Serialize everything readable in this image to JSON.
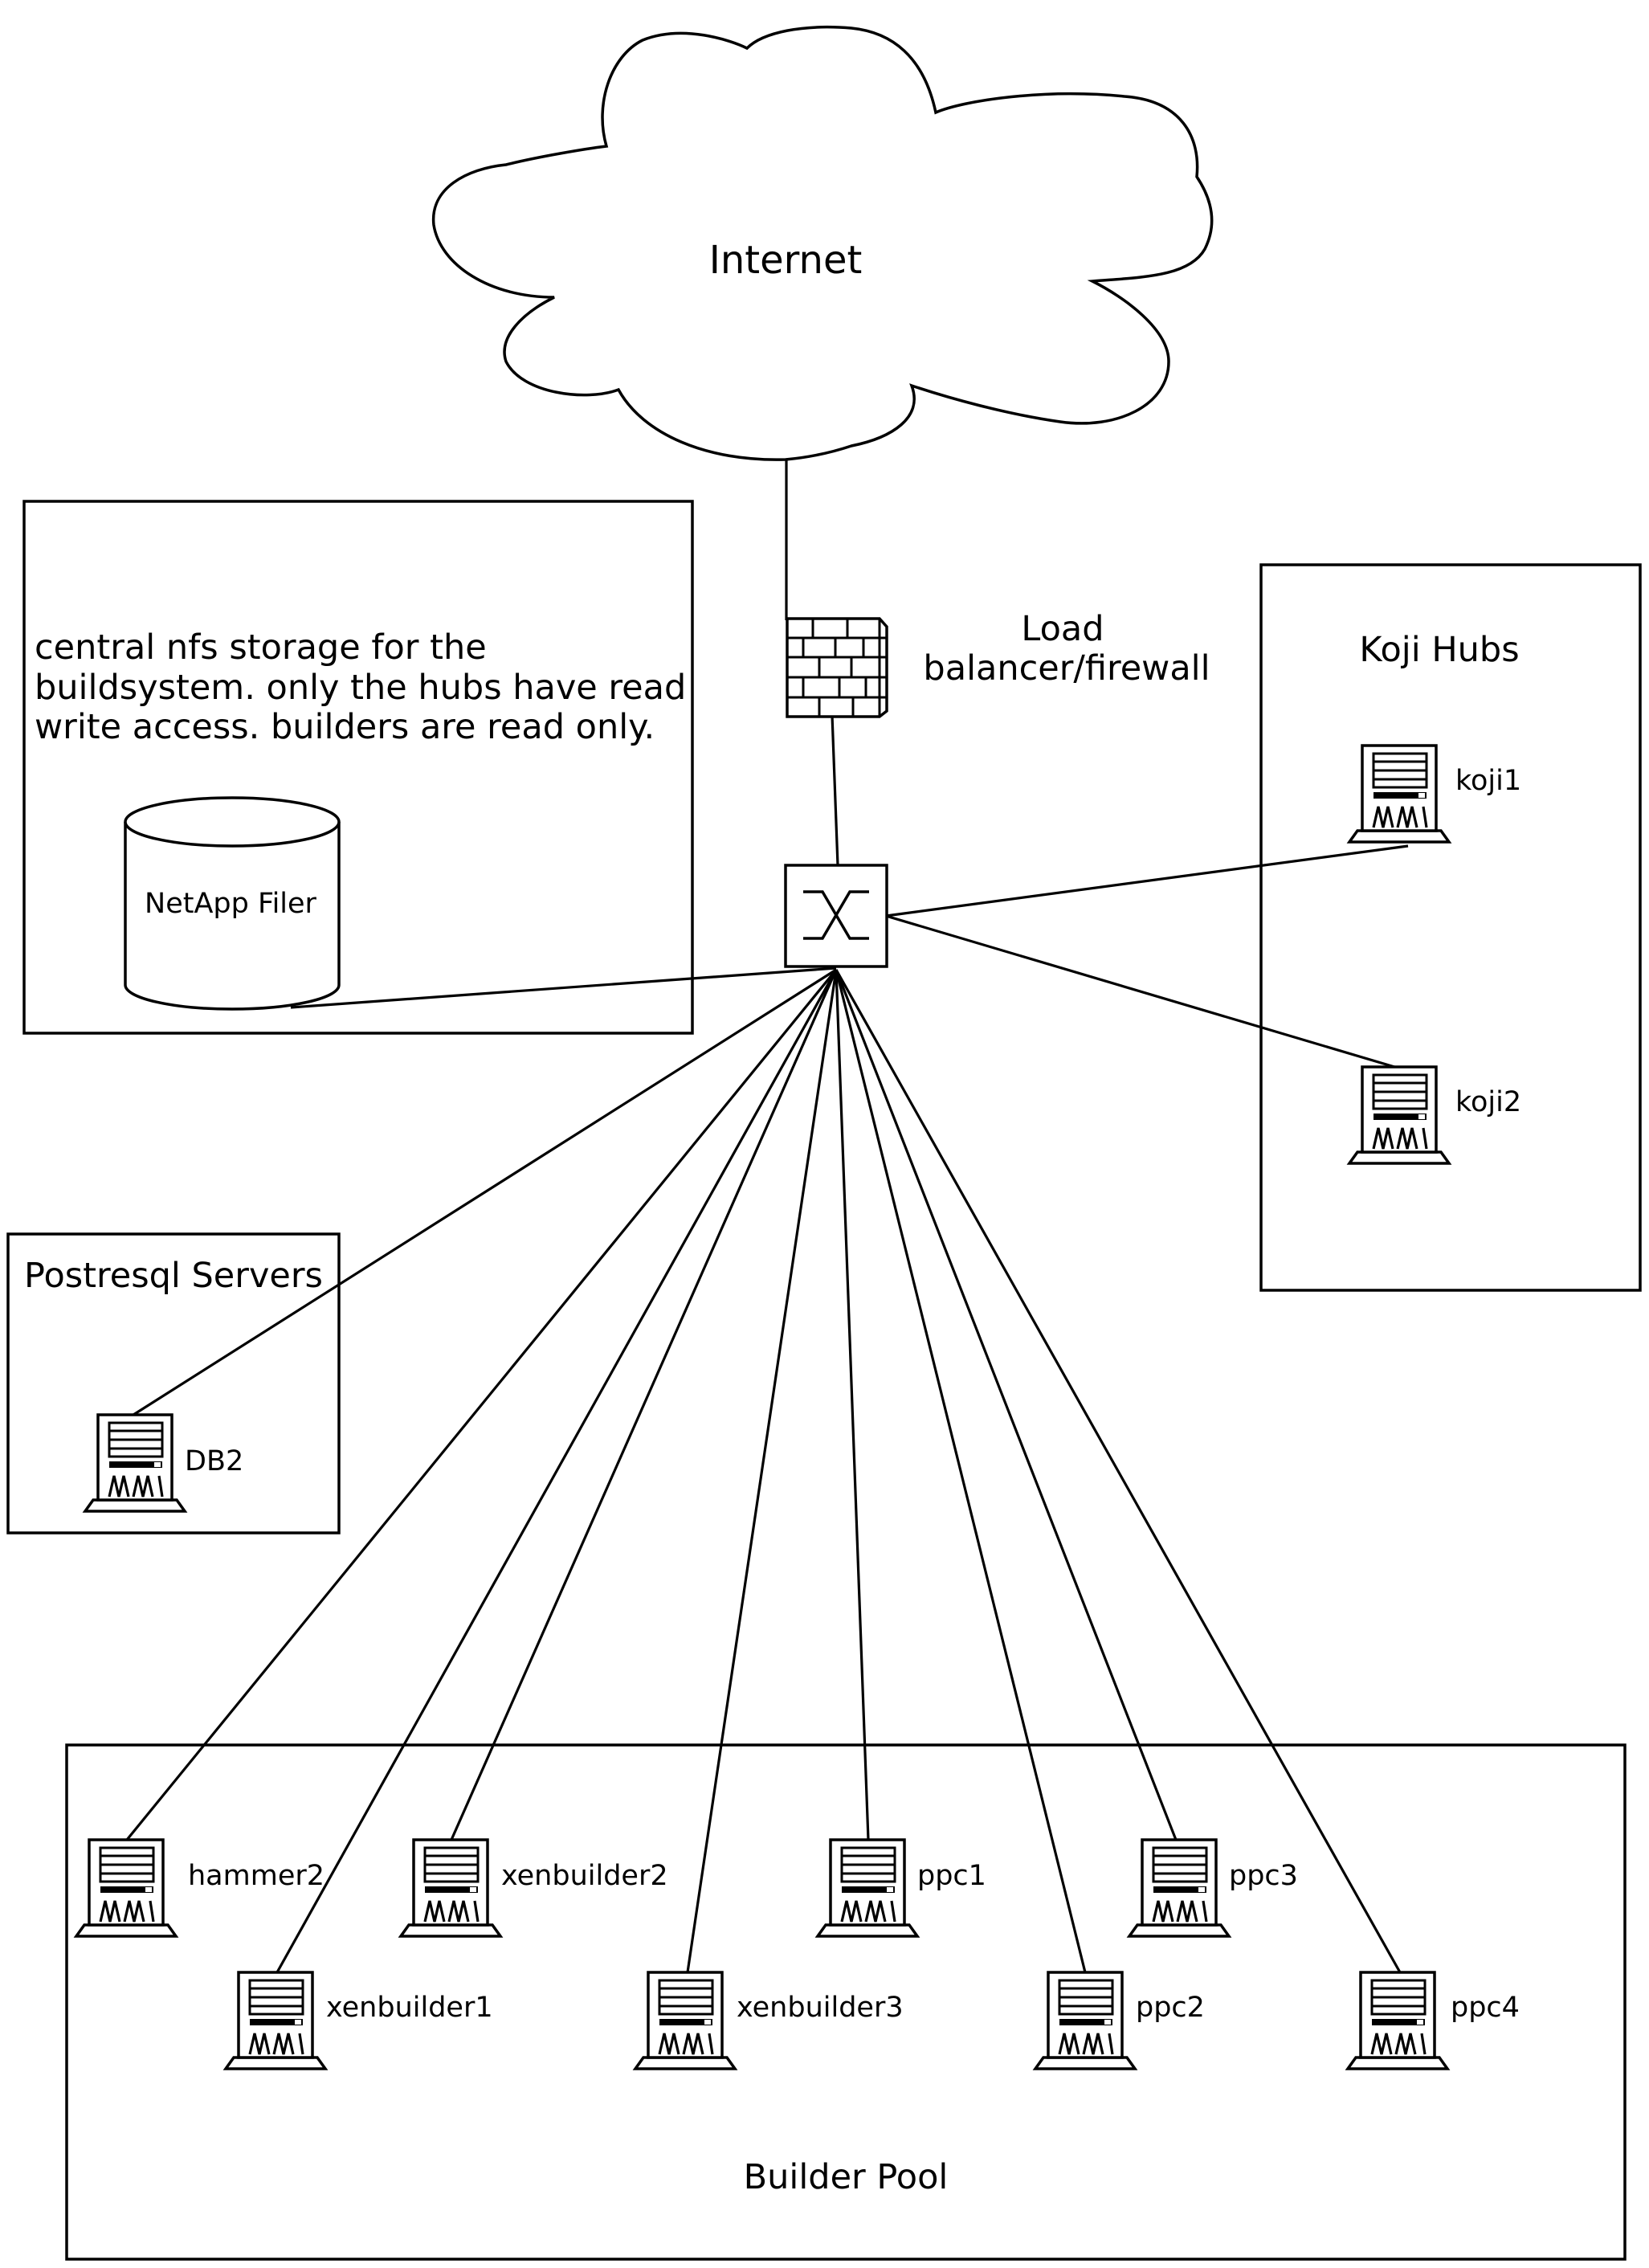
{
  "internet": {
    "label": "Internet"
  },
  "firewall": {
    "label_line1": "Load",
    "label_line2": "balancer/firewall"
  },
  "storage": {
    "description_lines": [
      "central nfs storage for the",
      "buildsystem.  only the hubs have read",
      "write access. builders are read only."
    ],
    "filer_label": "NetApp Filer"
  },
  "koji_hubs": {
    "title": "Koji Hubs",
    "servers": [
      "koji1",
      "koji2"
    ]
  },
  "postgres": {
    "title": "Postresql Servers",
    "servers": [
      "DB2"
    ]
  },
  "builder_pool": {
    "title": "Builder Pool",
    "servers": [
      "hammer2",
      "xenbuilder1",
      "xenbuilder2",
      "xenbuilder3",
      "ppc1",
      "ppc2",
      "ppc3",
      "ppc4"
    ]
  }
}
